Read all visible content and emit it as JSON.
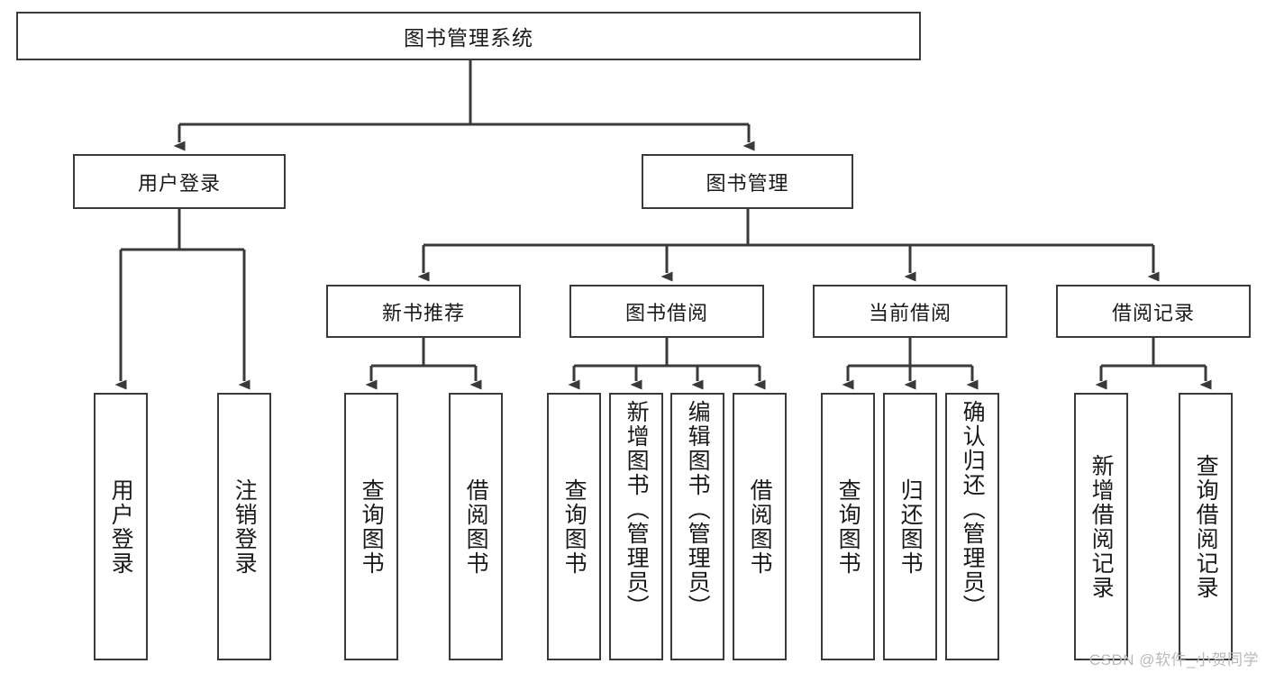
{
  "diagram": {
    "title": "图书管理系统",
    "type": "hierarchy-tree",
    "levels": 4,
    "nodes": {
      "root": {
        "label": "图书管理系统"
      },
      "level2": [
        {
          "id": "user-login",
          "label": "用户登录"
        },
        {
          "id": "book-manage",
          "label": "图书管理"
        }
      ],
      "level3": [
        {
          "id": "new-book-recommend",
          "label": "新书推荐",
          "parent": "book-manage"
        },
        {
          "id": "book-borrow",
          "label": "图书借阅",
          "parent": "book-manage"
        },
        {
          "id": "current-borrow",
          "label": "当前借阅",
          "parent": "book-manage"
        },
        {
          "id": "borrow-record",
          "label": "借阅记录",
          "parent": "book-manage"
        }
      ],
      "leaves": [
        {
          "id": "leaf-user-login",
          "label": "用户登录",
          "parent": "user-login"
        },
        {
          "id": "leaf-user-logout",
          "label": "注销登录",
          "parent": "user-login"
        },
        {
          "id": "leaf-query-book-1",
          "label": "查询图书",
          "parent": "new-book-recommend"
        },
        {
          "id": "leaf-borrow-book-1",
          "label": "借阅图书",
          "parent": "new-book-recommend"
        },
        {
          "id": "leaf-query-book-2",
          "label": "查询图书",
          "parent": "book-borrow"
        },
        {
          "id": "leaf-add-book",
          "label": "新增图书（管理员）",
          "parent": "book-borrow"
        },
        {
          "id": "leaf-edit-book",
          "label": "编辑图书（管理员）",
          "parent": "book-borrow"
        },
        {
          "id": "leaf-borrow-book-2",
          "label": "借阅图书",
          "parent": "book-borrow"
        },
        {
          "id": "leaf-query-book-3",
          "label": "查询图书",
          "parent": "current-borrow"
        },
        {
          "id": "leaf-return-book",
          "label": "归还图书",
          "parent": "current-borrow"
        },
        {
          "id": "leaf-confirm-return",
          "label": "确认归还（管理员）",
          "parent": "current-borrow"
        },
        {
          "id": "leaf-add-record",
          "label": "新增借阅记录",
          "parent": "borrow-record"
        },
        {
          "id": "leaf-query-record",
          "label": "查询借阅记录",
          "parent": "borrow-record"
        }
      ]
    },
    "colors": {
      "stroke": "#3a3a3a",
      "fill": "#ffffff",
      "text": "#1a1a1a",
      "watermark": "#b9b9b9"
    }
  },
  "watermark": {
    "text": "CSDN @软件_小贺同学"
  }
}
